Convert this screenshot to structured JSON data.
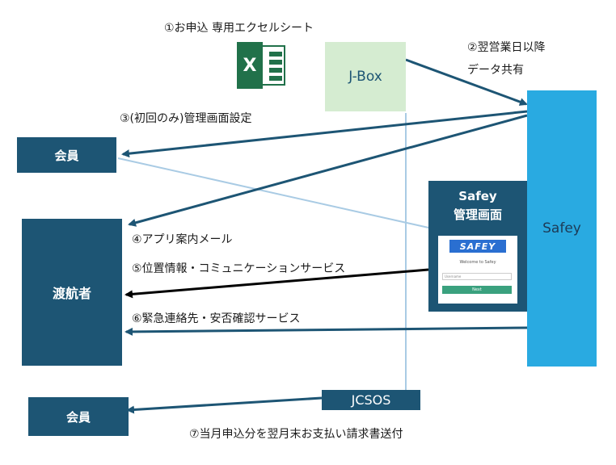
{
  "steps": {
    "s1": "①お申込 専用エクセルシート",
    "s2_line1": "②翌営業日以降",
    "s2_line2": "データ共有",
    "s3": "③(初回のみ)管理画面設定",
    "s4": "④アプリ案内メール",
    "s5": "⑤位置情報・コミュニケーションサービス",
    "s6": "⑥緊急連絡先・安否確認サービス",
    "s7": "⑦当月申込分を翌月末お支払い請求書送付"
  },
  "nodes": {
    "jbox": "J-Box",
    "member_top": "会員",
    "member_bottom": "会員",
    "sailor": "渡航者",
    "safey": "Safey",
    "admin_line1": "Safey",
    "admin_line2": "管理画面",
    "jcsos": "JCSOS"
  },
  "admin_screen": {
    "logo": "SAFEY",
    "welcome": "Welcome to Safey",
    "username_placeholder": "Username",
    "next_button": "Next"
  },
  "icons": {
    "excel": "excel-icon",
    "excel_letter": "X"
  },
  "colors": {
    "navy": "#1d5574",
    "safey_blue": "#29aae1",
    "jbox_green": "#d5ecd1",
    "excel_green": "#21714a",
    "guide_line": "#a9cbe4"
  }
}
